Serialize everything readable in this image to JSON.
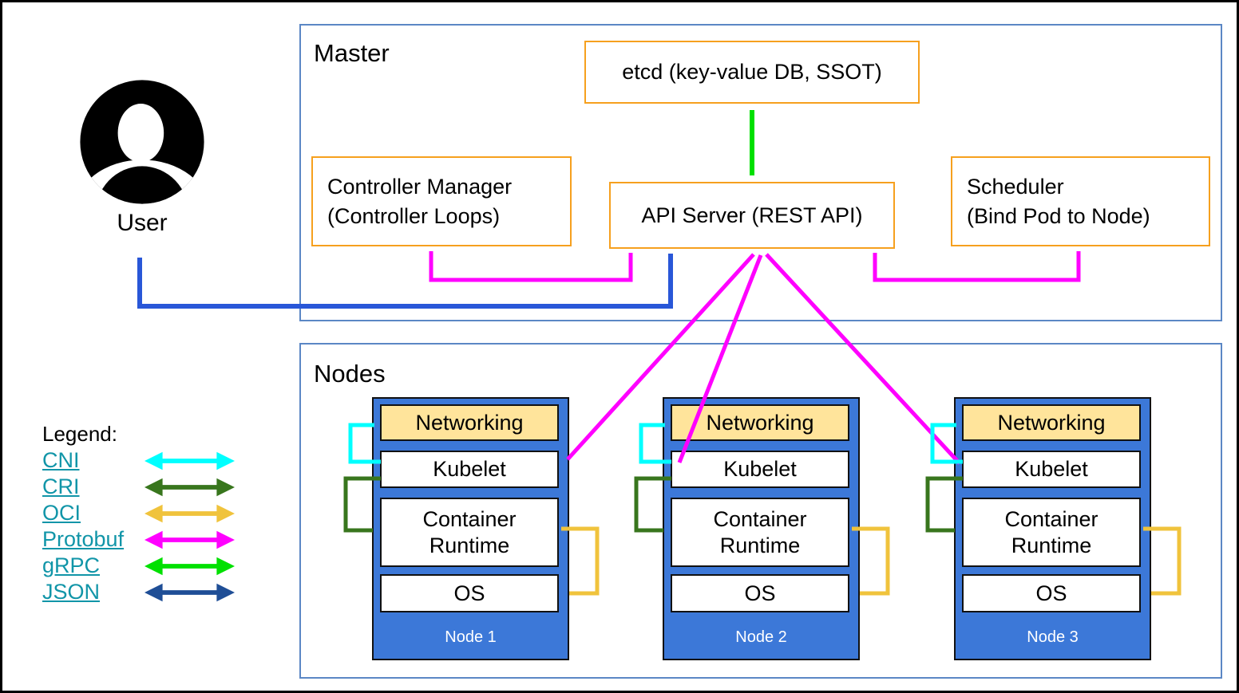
{
  "colors": {
    "cni": "#00ffff",
    "cri": "#38761d",
    "oci": "#f0c33c",
    "protobuf": "#ff00ff",
    "grpc": "#00e000",
    "json": "#1f4e96",
    "user_arrow": "#2957d8",
    "node_fill": "#3c78d8",
    "networking_fill": "#ffe49b",
    "box_border": "#f6a01e",
    "frame_border": "#5b87c5",
    "link": "#1195a8"
  },
  "user": {
    "label": "User"
  },
  "master": {
    "title": "Master",
    "etcd_label": "etcd (key-value DB, SSOT)",
    "controller_manager": {
      "line1": "Controller Manager",
      "line2": "(Controller Loops)"
    },
    "api_server_label": "API Server (REST API)",
    "scheduler": {
      "line1": "Scheduler",
      "line2": "(Bind Pod to Node)"
    }
  },
  "nodes_section": {
    "title": "Nodes",
    "nodes": [
      {
        "name": "Node 1",
        "networking": "Networking",
        "kubelet": "Kubelet",
        "runtime": "Container Runtime",
        "os": "OS"
      },
      {
        "name": "Node 2",
        "networking": "Networking",
        "kubelet": "Kubelet",
        "runtime": "Container Runtime",
        "os": "OS"
      },
      {
        "name": "Node 3",
        "networking": "Networking",
        "kubelet": "Kubelet",
        "runtime": "Container Runtime",
        "os": "OS"
      }
    ]
  },
  "legend": {
    "title": "Legend:",
    "items": [
      {
        "label": "CNI",
        "color": "#00ffff"
      },
      {
        "label": "CRI",
        "color": "#38761d"
      },
      {
        "label": "OCI",
        "color": "#f0c33c"
      },
      {
        "label": "Protobuf",
        "color": "#ff00ff"
      },
      {
        "label": "gRPC",
        "color": "#00e000"
      },
      {
        "label": "JSON",
        "color": "#1f4e96"
      }
    ]
  }
}
